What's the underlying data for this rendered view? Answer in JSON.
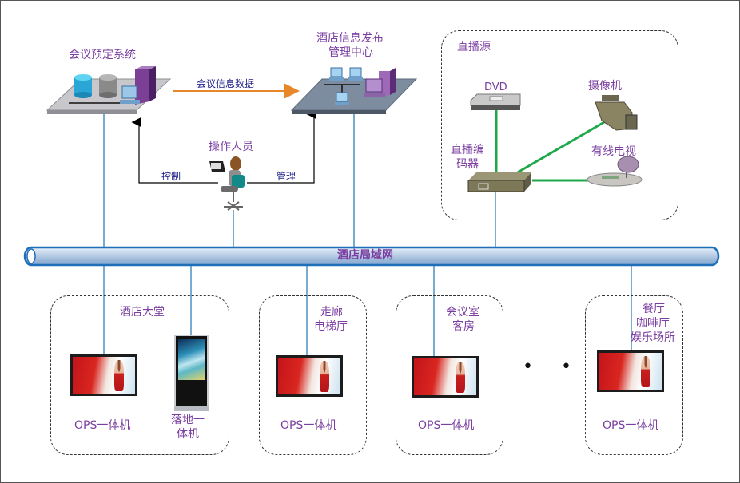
{
  "diagram": {
    "title_nodes": {
      "booking_system": "会议预定系统",
      "publish_center_line1": "酒店信息发布",
      "publish_center_line2": "管理中心",
      "operator": "操作人员",
      "live_source": "直播源"
    },
    "edges": {
      "meeting_data": "会议信息数据",
      "control": "控制",
      "manage": "管理"
    },
    "live_sources": {
      "dvd": "DVD",
      "camera": "摄像机",
      "cable_tv": "有线电视",
      "encoder_line1": "直播编",
      "encoder_line2": "码器"
    },
    "network": {
      "label": "酒店局域网"
    },
    "zones": [
      {
        "name_lines": [
          "酒店大堂"
        ],
        "devices": [
          {
            "label_lines": [
              "OPS一体机"
            ],
            "type": "wall-display"
          },
          {
            "label_lines": [
              "落地一",
              "体机"
            ],
            "type": "floor-kiosk"
          }
        ]
      },
      {
        "name_lines": [
          "走廊",
          "电梯厅"
        ],
        "devices": [
          {
            "label_lines": [
              "OPS一体机"
            ],
            "type": "wall-display"
          }
        ]
      },
      {
        "name_lines": [
          "会议室",
          "客房"
        ],
        "devices": [
          {
            "label_lines": [
              "OPS一体机"
            ],
            "type": "wall-display"
          }
        ]
      },
      {
        "name_lines": [
          "餐厅",
          "咖啡厅",
          "娱乐场所"
        ],
        "devices": [
          {
            "label_lines": [
              "OPS一体机"
            ],
            "type": "wall-display"
          }
        ]
      }
    ],
    "ellipsis": "• • •",
    "colors": {
      "label_purple": "#7a3fa0",
      "edge_label_blue": "#1e1e8a",
      "data_arrow_orange": "#e8862a",
      "link_blue": "#4a90c0",
      "live_link_green": "#1fa84a",
      "lan_pipe": "#b8cfe6"
    }
  }
}
